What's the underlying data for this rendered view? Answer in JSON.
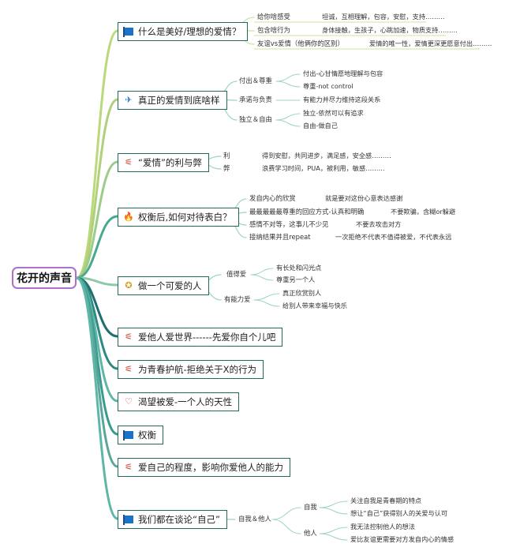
{
  "center": "花开的声音",
  "topics": [
    {
      "icon": "flag-icon",
      "label": "什么是美好/理想的爱情？"
    },
    {
      "icon": "paper-plane-icon",
      "label": "真正的爱情到底啥样"
    },
    {
      "icon": "magic-wand-icon",
      "label": "“爱情”的利与弊"
    },
    {
      "icon": "fire-icon",
      "label": "权衡后,如何对待表白？"
    },
    {
      "icon": "medal-icon",
      "label": "做一个可爱的人"
    },
    {
      "icon": "magic-wand-icon",
      "label": "爱他人爱世界------先爱你自个儿吧"
    },
    {
      "icon": "magic-wand-icon",
      "label": "为青春护航-拒绝关于X的行为"
    },
    {
      "icon": "heart-icon",
      "label": "渴望被爱-一个人的天性"
    },
    {
      "icon": "flag-icon",
      "label": "权衡"
    },
    {
      "icon": "magic-wand-icon",
      "label": "爱自己的程度，影响你爱他人的能力"
    },
    {
      "icon": "flag-icon",
      "label": "我们都在谈论“自己”"
    }
  ],
  "t1": [
    {
      "k": "给你啥感受",
      "v": "坦诚，互相理解，包容，安慰，支持………"
    },
    {
      "k": "包含啥行为",
      "v": "身体接触，生孩子，心跳加速，物质支持………"
    },
    {
      "k": "友谊vs爱情（他俩你的区别）",
      "v": "爱情的唯一性，爱情更深更愿意付出………"
    }
  ],
  "t2": [
    {
      "k": "付出＆尊重",
      "v": [
        "付出-心甘情愿地理解与包容",
        "尊重-not control"
      ]
    },
    {
      "k": "承诺与负责",
      "v": [
        "有能力并尽力维持这段关系"
      ]
    },
    {
      "k": "独立＆自由",
      "v": [
        "独立-依然可以有追求",
        "自由-做自己"
      ]
    }
  ],
  "t3": [
    {
      "k": "利",
      "v": "得到安慰，共同进步，满足感，安全感………"
    },
    {
      "k": "弊",
      "v": "浪费学习时间，PUA，被利用，敏感………"
    }
  ],
  "t4": [
    {
      "k": "发自内心的欣赏",
      "v": "就是要对这份心意表达感谢"
    },
    {
      "k": "最最最最最尊重的回应方式-认真和明确",
      "v": "不要欺骗，含糊or躲避"
    },
    {
      "k": "感情不对等，这事儿不少见",
      "v": "不要去攻击对方"
    },
    {
      "k": "接纳结果并且repeat",
      "v": "一次拒绝不代表不值得被爱，不代表永远"
    }
  ],
  "t5": [
    {
      "k": "值得爱",
      "v": [
        "有长处和闪光点",
        "尊重另一个人"
      ]
    },
    {
      "k": "有能力爱",
      "v": [
        "真正欣赏别人",
        "给别人带来幸福与快乐"
      ]
    }
  ],
  "t11": {
    "k": "自我＆他人",
    "groups": [
      {
        "k": "自我",
        "v": [
          "关注自我是青春期的特点",
          "想让“自己”获得别人的关爱与认可"
        ]
      },
      {
        "k": "他人",
        "v": [
          "我无法控制他人的想法",
          "爱比友谊更需要对方发自内心的情感"
        ]
      }
    ]
  }
}
